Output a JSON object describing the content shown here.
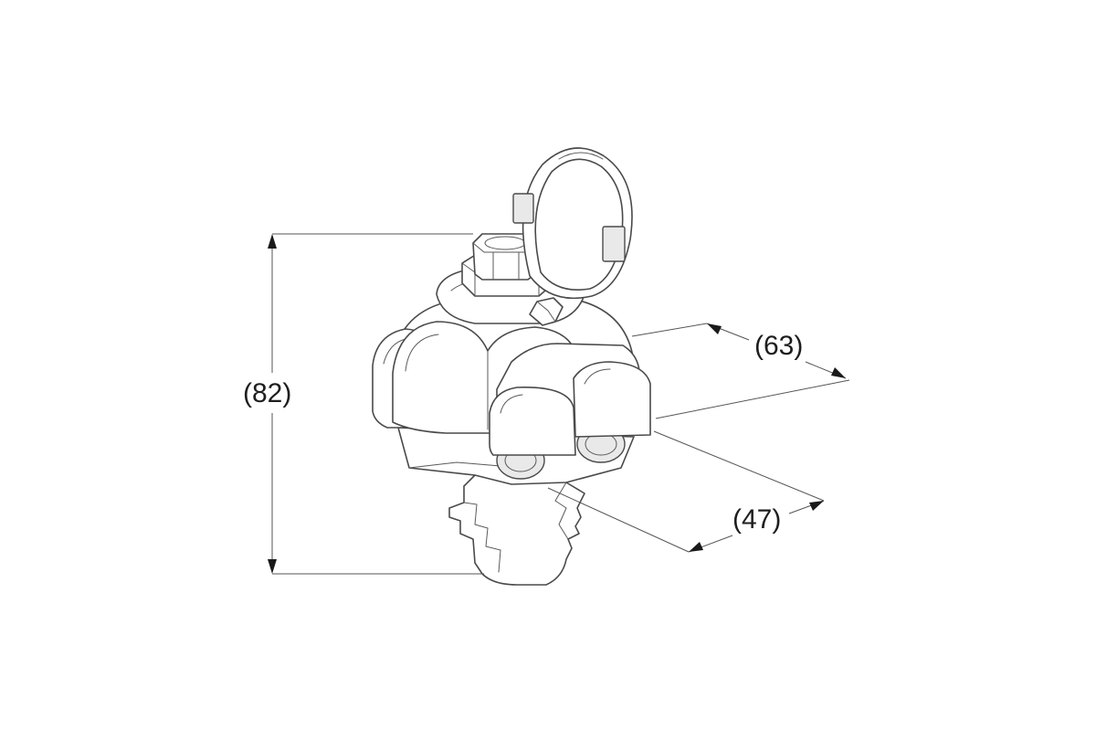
{
  "dimensions": {
    "height": "(82)",
    "width": "(63)",
    "depth": "(47)"
  }
}
